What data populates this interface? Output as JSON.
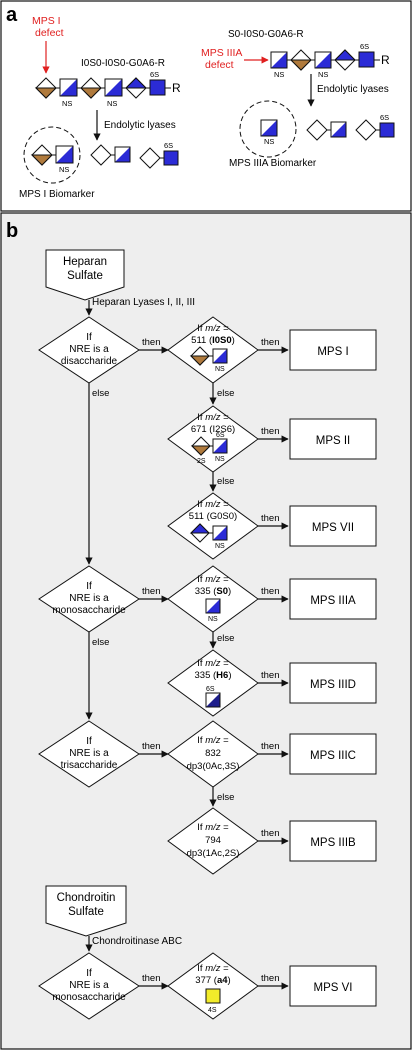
{
  "colors": {
    "blue": "#2b2bd6",
    "brown": "#b07a3c",
    "yellow": "#f2ec2a",
    "red": "#e02020",
    "panel_b_bg": "#eeeeee",
    "line": "#111111"
  },
  "panel_a": {
    "label": "a",
    "left": {
      "defect_line1": "MPS I",
      "defect_line2": "defect",
      "chain_label": "I0S0-I0S0-G0A6-R",
      "ns1": "NS",
      "ns2": "NS",
      "s6": "6S",
      "r": "R",
      "lyases": "Endolytic lyases",
      "biomarker_ns": "NS",
      "frag_6s": "6S",
      "biomarker_caption": "MPS I Biomarker"
    },
    "right": {
      "defect_line1": "MPS IIIA",
      "defect_line2": "defect",
      "chain_label": "S0-I0S0-G0A6-R",
      "ns1": "NS",
      "ns2": "NS",
      "s6": "6S",
      "r": "R",
      "lyases": "Endolytic lyases",
      "biomarker_ns": "NS",
      "frag_6s": "6S",
      "biomarker_caption": "MPS IIIA Biomarker"
    }
  },
  "panel_b": {
    "label": "b",
    "hs_line1": "Heparan",
    "hs_line2": "Sulfate",
    "hs_enzyme": "Heparan Lyases I, II, III",
    "cs_line1": "Chondroitin",
    "cs_line2": "Sulfate",
    "cs_enzyme": "Chondroitinase ABC",
    "then": "then",
    "else": "else",
    "cond_di": [
      "If",
      "NRE is a",
      "disaccharide"
    ],
    "cond_mono": [
      "If",
      "NRE is a",
      "monosaccharide"
    ],
    "cond_tri": [
      "If",
      "NRE is a",
      "trisaccharide"
    ],
    "cond_mono_cs": [
      "If",
      "NRE is a",
      "monosaccharide"
    ],
    "tests": {
      "mps1": {
        "l1a": "If ",
        "l1b": "m/z",
        "l1c": " =",
        "l2a": "511 (",
        "l2b": "I0S0",
        "l2c": ")",
        "ns": "NS"
      },
      "mps2": {
        "l1a": "If ",
        "l1b": "m/z",
        "l1c": " =",
        "l2": "671 (I2S6)",
        "s6": "6S",
        "s2": "2S",
        "ns": "NS"
      },
      "mps7": {
        "l1a": "If ",
        "l1b": "m/z",
        "l1c": " =",
        "l2": "511 (G0S0)",
        "ns": "NS"
      },
      "mps3a": {
        "l1a": "If ",
        "l1b": "m/z",
        "l1c": " =",
        "l2a": "335 (",
        "l2b": "S0",
        "l2c": ")",
        "ns": "NS"
      },
      "mps3d": {
        "l1a": "If ",
        "l1b": "m/z",
        "l1c": " =",
        "l2a": "335 (",
        "l2b": "H6",
        "l2c": ")",
        "s6": "6S"
      },
      "mps3c": {
        "l1a": "If ",
        "l1b": "m/z",
        "l1c": " =",
        "l2": "832",
        "l3": "dp3(0Ac,3S)"
      },
      "mps3b": {
        "l1a": "If ",
        "l1b": "m/z",
        "l1c": " =",
        "l2": "794",
        "l3": "dp3(1Ac,2S)"
      },
      "mps6": {
        "l1a": "If ",
        "l1b": "m/z",
        "l1c": " =",
        "l2a": "377 (",
        "l2b": "a4",
        "l2c": ")",
        "s4": "4S"
      }
    },
    "results": {
      "mps1": "MPS I",
      "mps2": "MPS II",
      "mps7": "MPS VII",
      "mps3a": "MPS IIIA",
      "mps3d": "MPS IIID",
      "mps3c": "MPS IIIC",
      "mps3b": "MPS IIIB",
      "mps6": "MPS VI"
    }
  }
}
